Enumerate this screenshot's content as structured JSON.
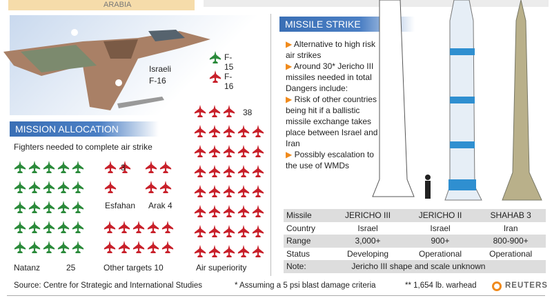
{
  "map": {
    "label": "ARABIA"
  },
  "aircraft": {
    "label_line1": "Israeli",
    "label_line2": "F-16"
  },
  "legend": [
    {
      "label": "F-15",
      "color": "#2a8a3a"
    },
    {
      "label": "F-16",
      "color": "#c8202a"
    }
  ],
  "mission": {
    "title": "MISSION ALLOCATION",
    "subtitle": "Fighters needed to complete air strike",
    "targets": [
      {
        "name": "Natanz",
        "count_label": "25",
        "count": 25,
        "color": "#2a8a3a"
      },
      {
        "name": "Esfahan",
        "count_label": "3",
        "count": 3,
        "color": "#c8202a"
      },
      {
        "name": "Arak 4",
        "count": 4,
        "color": "#c8202a"
      },
      {
        "name": "Other targets 10",
        "count": 10,
        "color": "#c8202a"
      },
      {
        "name": "Air superiority",
        "count_label": "38",
        "count": 38,
        "color": "#c8202a"
      }
    ]
  },
  "missile_strike": {
    "title": "MISSILE STRIKE",
    "bullets": [
      {
        "arrow": true,
        "text": "Alternative to high risk air strikes"
      },
      {
        "arrow": true,
        "text": "Around 30* Jericho III missiles needed in total"
      },
      {
        "arrow": false,
        "text": "Dangers include:"
      },
      {
        "arrow": true,
        "text": "Risk of other countries being hit if a ballistic missile exchange takes place between Israel and Iran"
      },
      {
        "arrow": true,
        "text": "Possibly escalation to the use of WMDs"
      }
    ]
  },
  "table": {
    "rows": [
      [
        "Missile",
        "JERICHO III",
        "JERICHO II",
        "SHAHAB 3"
      ],
      [
        "Country",
        "Israel",
        "Israel",
        "Iran"
      ],
      [
        "Range",
        "3,000+",
        "900+",
        "800-900+"
      ],
      [
        "Status",
        "Developing",
        "Operational",
        "Operational"
      ]
    ],
    "note_label": "Note:",
    "note": "Jericho III shape and scale unknown"
  },
  "footer": {
    "source": "Source: Centre for Strategic and International Studies",
    "note1": "* Assuming a 5 psi blast damage criteria",
    "note2": "** 1,654 lb. warhead",
    "brand": "REUTERS",
    "brand_color": "#f08a1c"
  }
}
